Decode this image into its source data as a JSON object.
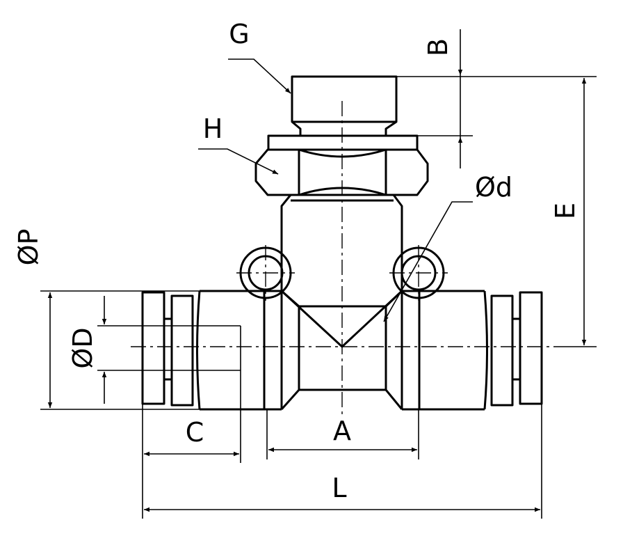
{
  "drawing": {
    "title": "",
    "labels": {
      "G": "G",
      "B": "B",
      "H": "H",
      "E": "E",
      "d": "Ød",
      "P": "ØP",
      "D": "ØD",
      "C": "C",
      "A": "A",
      "L": "L"
    },
    "colors": {
      "line": "#000000",
      "background": "#ffffff"
    }
  }
}
